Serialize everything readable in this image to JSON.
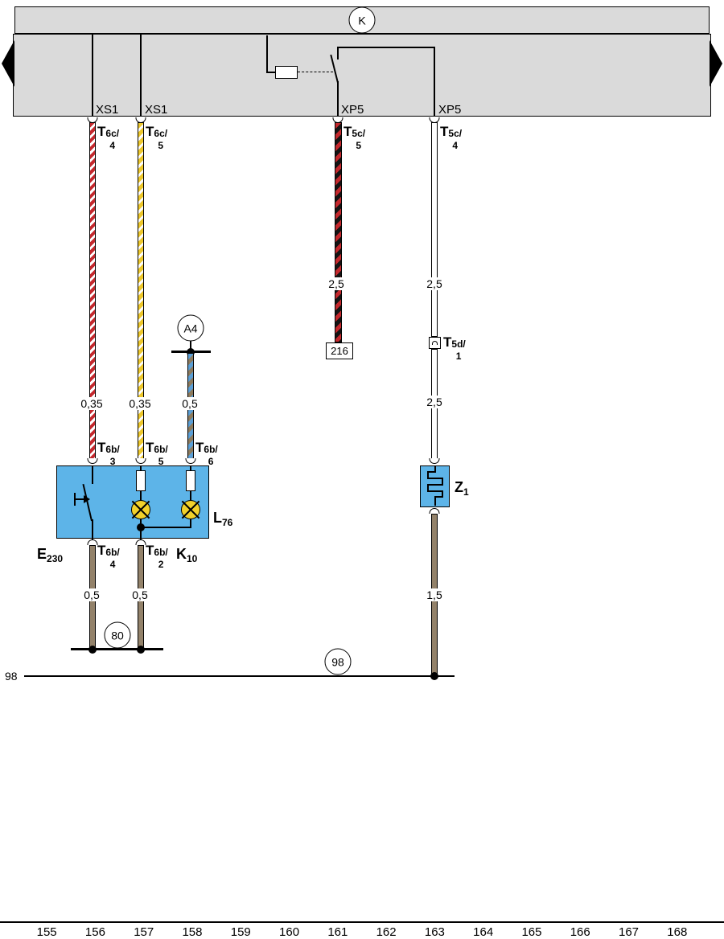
{
  "bus": {
    "relay_id": "K",
    "connector_labels": {
      "xs1_a": "XS1",
      "xs1_b": "XS1",
      "xp5_a": "XP5",
      "xp5_b": "XP5"
    }
  },
  "terminals": {
    "t6c_4": {
      "prefix": "T",
      "sub": "6c/",
      "pin": "4"
    },
    "t6c_5": {
      "prefix": "T",
      "sub": "6c/",
      "pin": "5"
    },
    "t5c_5": {
      "prefix": "T",
      "sub": "5c/",
      "pin": "5"
    },
    "t5c_4": {
      "prefix": "T",
      "sub": "5c/",
      "pin": "4"
    },
    "t6b_3": {
      "prefix": "T",
      "sub": "6b/",
      "pin": "3"
    },
    "t6b_5": {
      "prefix": "T",
      "sub": "6b/",
      "pin": "5"
    },
    "t6b_6": {
      "prefix": "T",
      "sub": "6b/",
      "pin": "6"
    },
    "t6b_4": {
      "prefix": "T",
      "sub": "6b/",
      "pin": "4"
    },
    "t6b_2": {
      "prefix": "T",
      "sub": "6b/",
      "pin": "2"
    },
    "t5d_1": {
      "prefix": "T",
      "sub": "5d/",
      "pin": "1"
    }
  },
  "wire_gauges": {
    "xs1_pin4": "0,35",
    "xs1_pin5": "0,35",
    "a4_feed": "0,5",
    "xp5_pin5": "2,5",
    "xp5_pin4_upper": "2,5",
    "xp5_pin4_lower": "2,5",
    "z1_ground": "1,5",
    "e230_ground": "0,5",
    "k10_ground": "0,5"
  },
  "nodes": {
    "a4": "A4",
    "terminal_216": "216",
    "ground_80": "80",
    "ground_98": "98",
    "ground_line": "98"
  },
  "components": {
    "e230": {
      "letter": "E",
      "sub": "230"
    },
    "l76": {
      "letter": "L",
      "sub": "76"
    },
    "k10": {
      "letter": "K",
      "sub": "10"
    },
    "z1": {
      "letter": "Z",
      "sub": "1"
    }
  },
  "scale": [
    "155",
    "156",
    "157",
    "158",
    "159",
    "160",
    "161",
    "162",
    "163",
    "164",
    "165",
    "166",
    "167",
    "168"
  ],
  "colors": {
    "band_fill": "#dadada",
    "component_fill": "#5db4e8",
    "lamp_fill": "#f2d12b",
    "wire_red": "#c4282d",
    "wire_yellow": "#eec82b",
    "wire_blue": "#5b9fd6",
    "wire_brown": "#93826a",
    "wire_black": "#141414",
    "wire_white": "#ffffff"
  }
}
